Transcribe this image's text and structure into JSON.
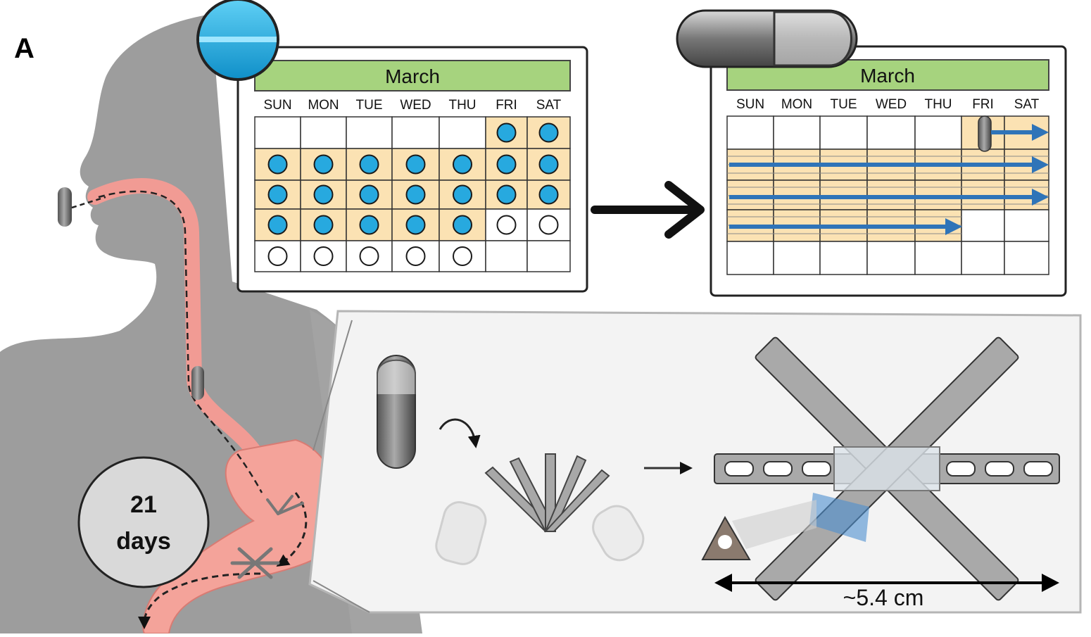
{
  "panel_label": "A",
  "duration": {
    "number": "21",
    "unit": "days"
  },
  "scale_label": "~5.4 cm",
  "calendar_left": {
    "month": "March",
    "days": [
      "SUN",
      "MON",
      "TUE",
      "WED",
      "THU",
      "FRI",
      "SAT"
    ],
    "grid": [
      [
        0,
        0,
        0,
        0,
        0,
        1,
        1
      ],
      [
        1,
        1,
        1,
        1,
        1,
        1,
        1
      ],
      [
        1,
        1,
        1,
        1,
        1,
        1,
        1
      ],
      [
        1,
        1,
        1,
        1,
        1,
        2,
        2
      ],
      [
        2,
        2,
        2,
        2,
        2,
        0,
        0
      ]
    ],
    "legend": {
      "0": "empty",
      "1": "daily pill taken (blue dot)",
      "2": "open circle"
    }
  },
  "calendar_right": {
    "month": "March",
    "days": [
      "SUN",
      "MON",
      "TUE",
      "WED",
      "THU",
      "FRI",
      "SAT"
    ]
  },
  "colors": {
    "month_header": "#a6d37e",
    "highlight_cell": "#fbe2b3",
    "pill_blue": "#27a9df",
    "arrow_blue": "#2f74b8",
    "silhouette": "#9a9a9a",
    "gi_tract": "#f19b94"
  },
  "icons": [
    "pill-icon",
    "capsule-icon",
    "dosage-form-icon",
    "arrow-icon"
  ]
}
